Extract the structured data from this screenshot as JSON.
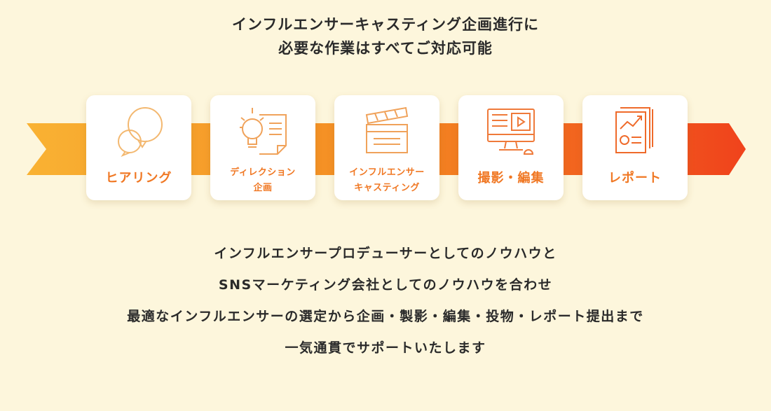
{
  "heading": {
    "line1": "インフルエンサーキャスティング企画進行に",
    "line2": "必要な作業はすべてご対応可能"
  },
  "steps": [
    {
      "label": "ヒアリング",
      "icon": "speech-bubbles-icon"
    },
    {
      "label_line1": "ディレクション",
      "label_line2": "企画",
      "icon": "lightbulb-document-icon"
    },
    {
      "label_line1": "インフルエンサー",
      "label_line2": "キャスティング",
      "icon": "clapperboard-icon"
    },
    {
      "label": "撮影・編集",
      "icon": "video-editing-monitor-icon"
    },
    {
      "label": "レポート",
      "icon": "report-chart-icon"
    }
  ],
  "body": {
    "line1": "インフルエンサープロデューサーとしてのノウハウと",
    "line2": "SNSマーケティング会社としてのノウハウを合わせ",
    "line3": "最適なインフルエンサーの選定から企画・製影・編集・投物・レポート提出まで",
    "line4": "一気通貫でサポートいたします"
  },
  "colors": {
    "background": "#fdf6dc",
    "accent": "#f07824",
    "arrow_start": "#f9b233",
    "arrow_end": "#f0431c"
  }
}
